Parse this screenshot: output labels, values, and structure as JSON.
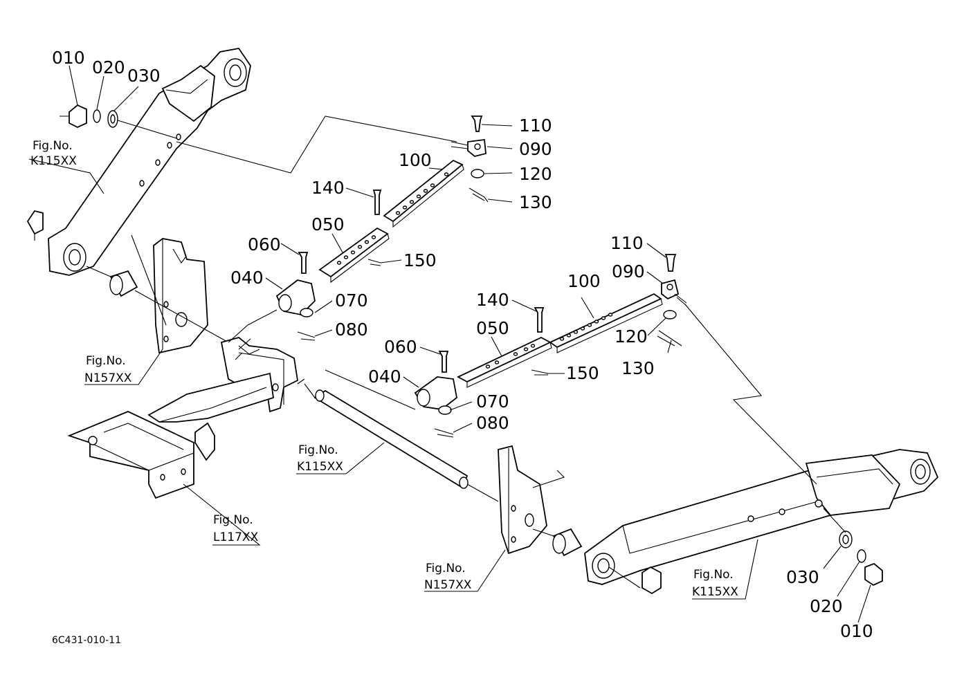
{
  "drawing_code": "6C431-010-11",
  "parts": {
    "left_010": "010",
    "left_020": "020",
    "left_030": "030",
    "upper_110": "110",
    "upper_090": "090",
    "upper_100": "100",
    "upper_120": "120",
    "upper_130": "130",
    "upper_140": "140",
    "upper_050": "050",
    "upper_150": "150",
    "upper_060": "060",
    "upper_040": "040",
    "upper_070": "070",
    "upper_080": "080",
    "lower_110": "110",
    "lower_090": "090",
    "lower_100": "100",
    "lower_140": "140",
    "lower_050": "050",
    "lower_120": "120",
    "lower_130": "130",
    "lower_060": "060",
    "lower_150": "150",
    "lower_040": "040",
    "lower_070": "070",
    "lower_080": "080",
    "right_030": "030",
    "right_020": "020",
    "right_010": "010"
  },
  "fig_refs": {
    "upper_left_label": "Fig.No.",
    "upper_left_code": "K115XX",
    "mid_left_label": "Fig.No.",
    "mid_left_code": "N157XX",
    "center_label": "Fig.No.",
    "center_code": "K115XX",
    "bottom_left_label": "Fig.No.",
    "bottom_left_code": "L117XX",
    "bottom_mid_label": "Fig.No.",
    "bottom_mid_code": "N157XX",
    "bottom_right_label": "Fig.No.",
    "bottom_right_code": "K115XX"
  }
}
